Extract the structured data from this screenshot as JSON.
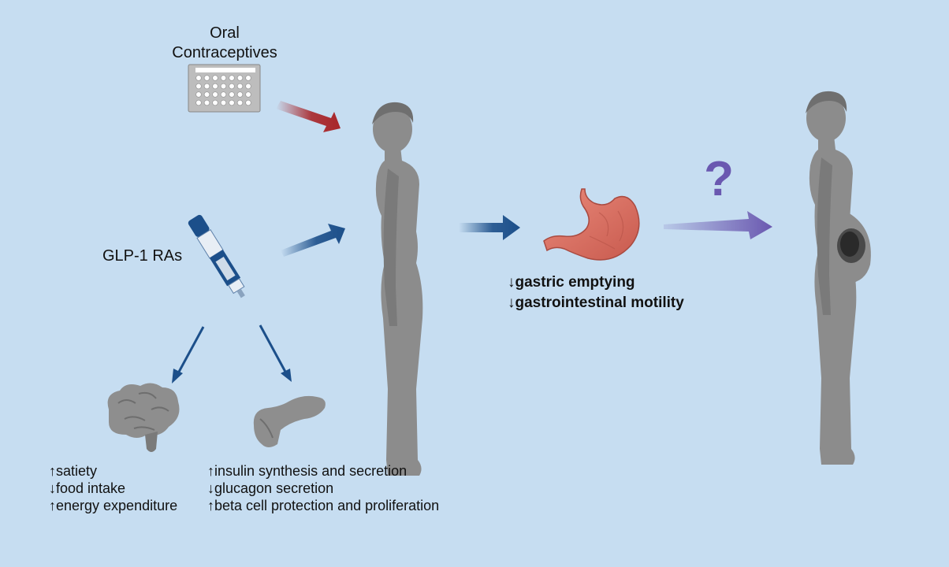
{
  "labels": {
    "oral_line1": "Oral",
    "oral_line2": "Contraceptives",
    "glp1": "GLP-1 RAs",
    "question": "?"
  },
  "brain_effects": [
    "↑satiety",
    "↓food intake",
    "↑energy expenditure"
  ],
  "pancreas_effects": [
    "↑insulin synthesis and secretion",
    "↓glucagon secretion",
    "↑beta cell protection and proliferation"
  ],
  "gastric_effects": [
    "↓gastric emptying",
    "↓gastrointestinal motility"
  ],
  "colors": {
    "background": "#c6ddf1",
    "body_gray": "#8c8c8c",
    "arrow_red": "#a8262a",
    "arrow_blue": "#1c4f8a",
    "arrow_purple": "#6a58b0",
    "stomach": "#e07a6c"
  }
}
